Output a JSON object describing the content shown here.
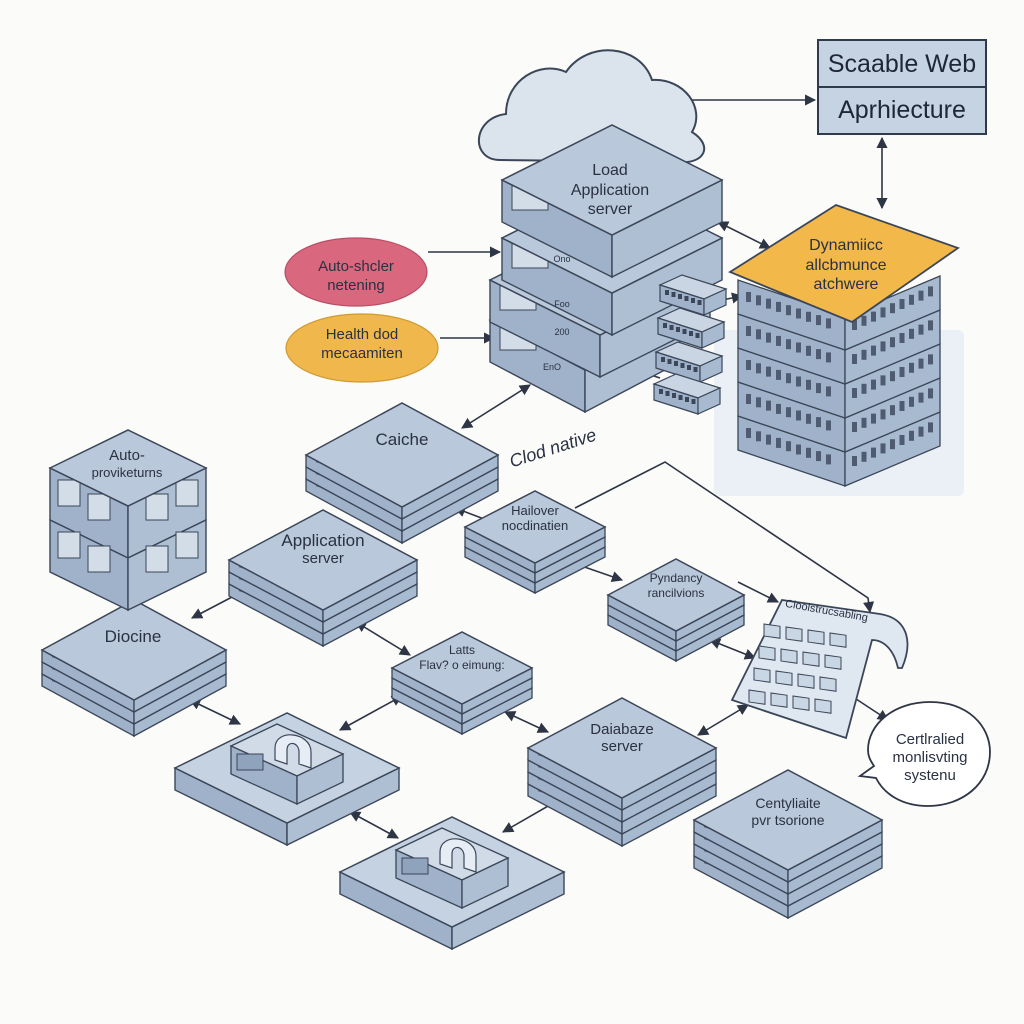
{
  "title": {
    "line1": "Scaable Web",
    "line2": "Aprhiecture"
  },
  "cloud": {
    "label": "Clod native"
  },
  "load_server": {
    "line1": "Load",
    "line2": "Application",
    "line3": "server",
    "tags": [
      "Ono",
      "Foo",
      "200",
      "EnO"
    ]
  },
  "dynamic_stack": {
    "line1": "Dynamiicc",
    "line2": "allcbmunce",
    "line3": "atchwere"
  },
  "ellipses": {
    "auto": {
      "line1": "Auto-shcler",
      "line2": "netening",
      "color": "#d9687f"
    },
    "health": {
      "line1": "Health dod",
      "line2": "mecaamiten",
      "color": "#f0b84c"
    }
  },
  "cache": {
    "label": "Caiche"
  },
  "auto_prov": {
    "line1": "Auto-",
    "line2": "proviketurns"
  },
  "failover": {
    "line1": "Hailover",
    "line2": "nocdinatien"
  },
  "app_server": {
    "line1": "Application",
    "line2": "server"
  },
  "redundancy": {
    "line1": "Pyndancy",
    "line2": "rancilvions"
  },
  "diocline": {
    "label": "Diocine"
  },
  "lasts": {
    "line1": "Latts",
    "line2": "Flav? o eimung:"
  },
  "doc_panel": {
    "label": "Cloolstrucsabling"
  },
  "database": {
    "line1": "Daiabaze",
    "line2": "server"
  },
  "monitor": {
    "line1": "Certlralied",
    "line2": "monlisvting",
    "line3": "systenu"
  },
  "centralize": {
    "line1": "Centyliaite",
    "line2": "pvr tsorione"
  },
  "colors": {
    "box": "#b9c8da",
    "box_side": "#9fb2c9",
    "stroke": "#3b4658",
    "accent_yellow": "#f2b84a"
  }
}
